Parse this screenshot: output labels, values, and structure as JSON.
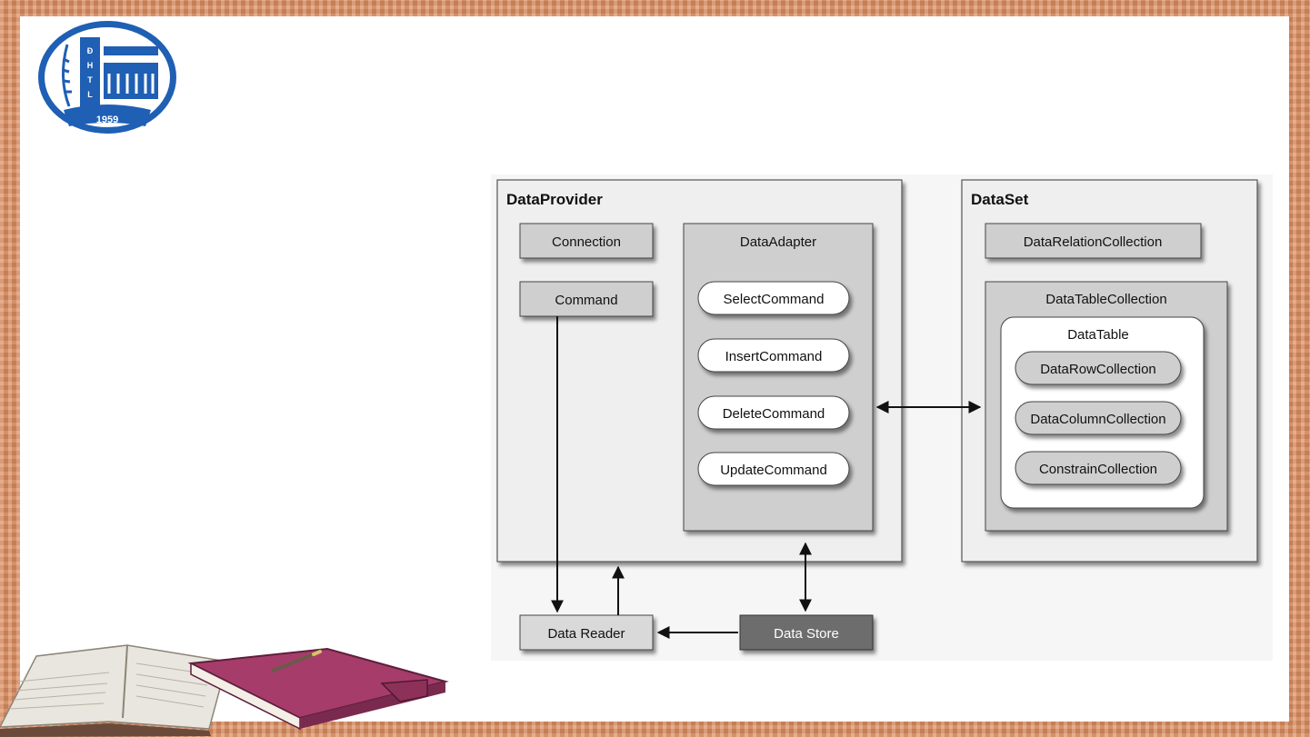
{
  "logo": {
    "letters": [
      "Đ",
      "H",
      "T",
      "L"
    ],
    "year": "1959"
  },
  "diagram": {
    "data_provider": {
      "title": "DataProvider",
      "connection": "Connection",
      "command": "Command",
      "data_adapter": {
        "title": "DataAdapter",
        "commands": [
          "SelectCommand",
          "InsertCommand",
          "DeleteCommand",
          "UpdateCommand"
        ]
      }
    },
    "dataset": {
      "title": "DataSet",
      "relation_collection": "DataRelationCollection",
      "table_collection": {
        "title": "DataTableCollection",
        "data_table": {
          "title": "DataTable",
          "collections": [
            "DataRowCollection",
            "DataColumnCollection",
            "ConstrainCollection"
          ]
        }
      }
    },
    "data_reader": "Data Reader",
    "data_store": "Data Store"
  },
  "colors": {
    "frame": "#dc8d60",
    "panel": "#efefef",
    "box": "#cfcfcf",
    "store": "#6d6d6d",
    "logo_blue": "#1f5fb4"
  }
}
